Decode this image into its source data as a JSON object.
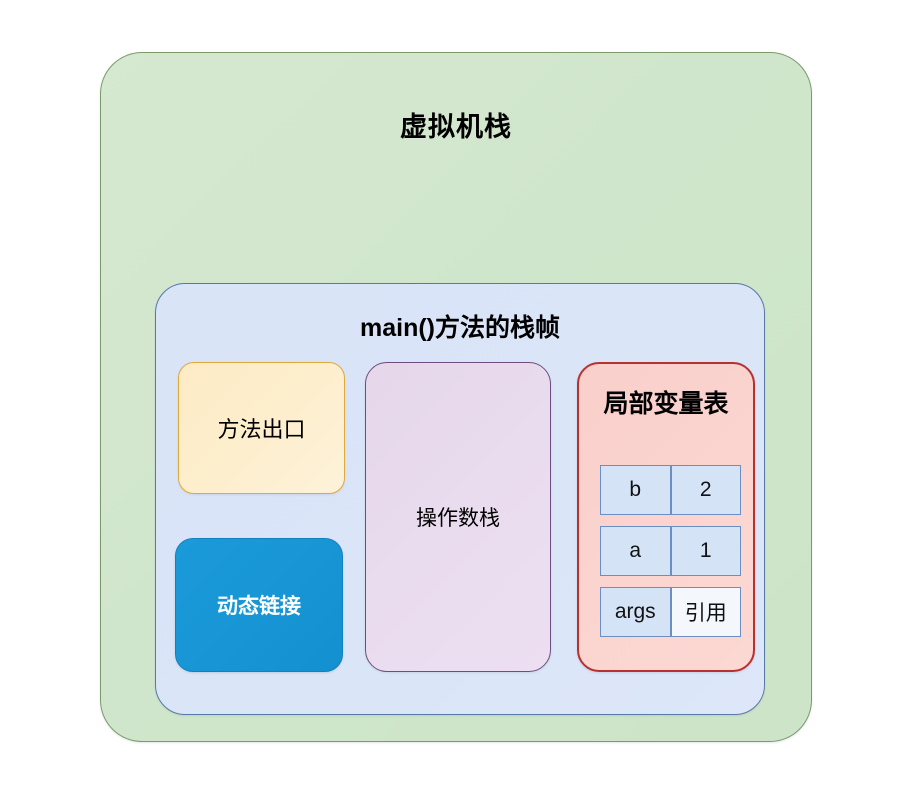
{
  "diagram": {
    "title": "虚拟机栈",
    "outer": {
      "label": "虚拟机栈",
      "color": "#d5e8d0",
      "border_color": "#7a9a6a"
    },
    "stack_frame": {
      "label": "main()方法的栈帧",
      "color": "#d9e4f7",
      "border_color": "#5878a8"
    },
    "method_exit": {
      "label": "方法出口",
      "color": "#fdebc5",
      "border_color": "#e0a93c"
    },
    "dynamic_link": {
      "label": "动态链接",
      "color": "#1b9ad9",
      "border_color": "#1480bd",
      "text_color": "#ffffff"
    },
    "operand_stack": {
      "label": "操作数栈",
      "color": "#e6d7ea",
      "border_color": "#6e4e7e"
    },
    "local_variable_table": {
      "label": "局部变量表",
      "color": "#f9cfca",
      "border_color": "#b93030",
      "cell_color": "#d5e3f7",
      "cell_border_color": "#6b8fc4",
      "rows": [
        {
          "name": "b",
          "value": "2",
          "highlight": false
        },
        {
          "name": "a",
          "value": "1",
          "highlight": false
        },
        {
          "name": "args",
          "value": "引用",
          "highlight": true
        }
      ]
    }
  }
}
